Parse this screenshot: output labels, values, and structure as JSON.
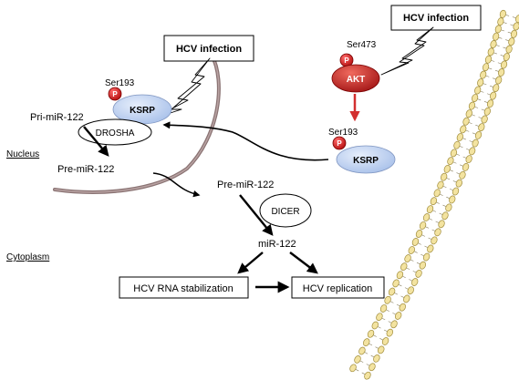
{
  "labels": {
    "hcv_infection_left": "HCV infection",
    "hcv_infection_right": "HCV infection",
    "ser473": "Ser473",
    "akt": "AKT",
    "ser193_top": "Ser193",
    "ser193_bottom": "Ser193",
    "phospho_symbol": "P",
    "ksrp_top": "KSRP",
    "ksrp_bottom": "KSRP",
    "drosha": "DROSHA",
    "pri_mir": "Pri-miR-122",
    "pre_mir_nucleus": "Pre-miR-122",
    "pre_mir_cytoplasm": "Pre-miR-122",
    "dicer": "DICER",
    "mir": "miR-122",
    "nucleus": "Nucleus",
    "cytoplasm": "Cytoplasm",
    "rna_stabilization": "HCV RNA stabilization",
    "replication": "HCV replication"
  },
  "colors": {
    "ksrp_fill": "#c9daf5",
    "akt_fill": "#c62828",
    "phospho_fill": "#d71a1a",
    "red_arrow": "#d32f2f",
    "nuclear_envelope": "#8a7373",
    "lipid_head_fill": "#f3e3a0",
    "lipid_head_stroke": "#a08c3a"
  },
  "icons": {
    "lightning": "lightning-bolt-icon",
    "membrane": "lipid-bilayer-membrane"
  }
}
